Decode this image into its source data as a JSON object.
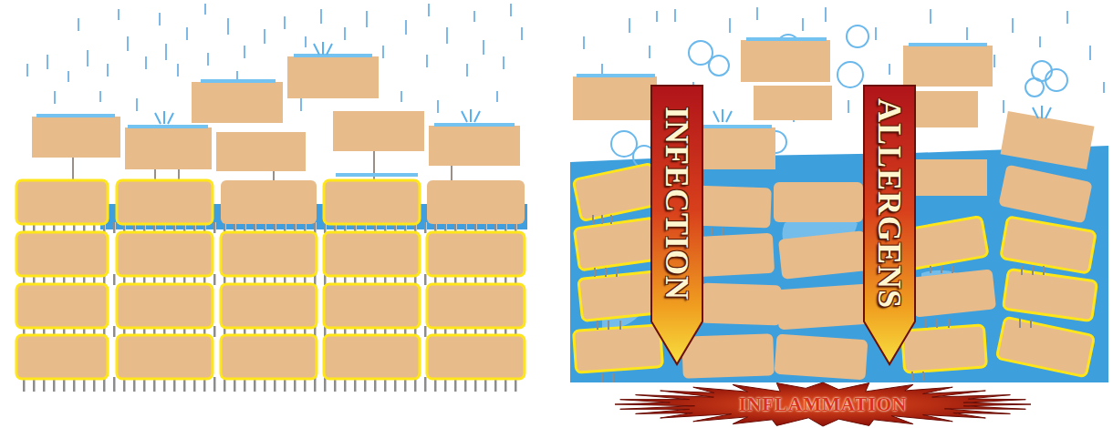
{
  "diagram": {
    "nodes": [
      {
        "text": [
          "INFECTION"
        ]
      },
      {
        "text": [
          "ALLERGENS"
        ]
      },
      {
        "text": [
          "INFLAMMATION"
        ]
      }
    ]
  }
}
